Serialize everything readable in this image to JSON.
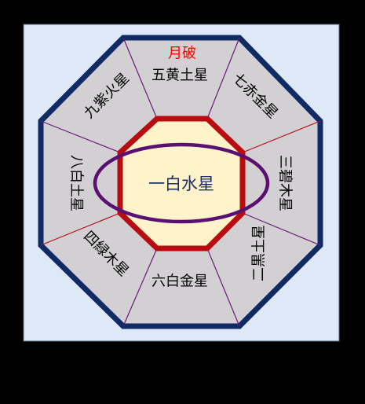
{
  "diagram": {
    "center_label": "一白水星",
    "monthly_break_label": "月破",
    "sectors": {
      "top": "五黄土星",
      "top_right": "七赤金星",
      "right": "三碧木星",
      "bottom_right": "二黒土星",
      "bottom": "六白金星",
      "bottom_left": "四緑木星",
      "left": "八白土星",
      "top_left": "九紫火星"
    },
    "colors": {
      "page_background": "#000000",
      "panel_background": "#dde9f6",
      "sector_fill": "#d3d0d3",
      "outer_border": "#102a66",
      "divider_purple": "#6a1a78",
      "divider_red": "#b01020",
      "inner_fill": "#fff3cc",
      "inner_border": "#b80c10",
      "ellipse": "#5a1070",
      "center_text": "#1b2f66",
      "break_text": "#ff0000",
      "sector_text": "#000000"
    }
  }
}
